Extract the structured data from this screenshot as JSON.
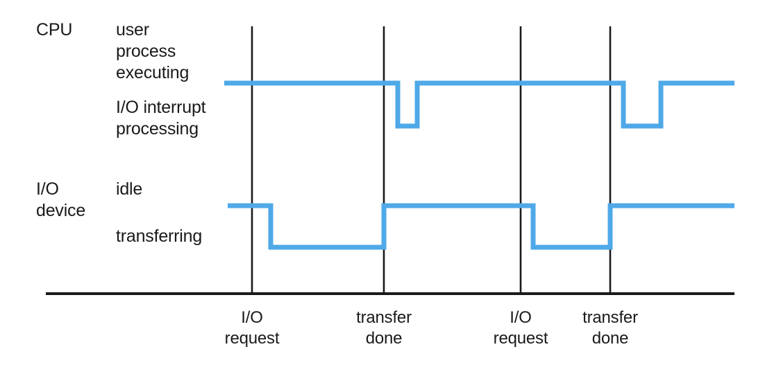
{
  "figure": {
    "title": "",
    "colors": {
      "signal": "#4fa9e8",
      "axis": "#1a1a1a",
      "text": "#1a1a1a",
      "background": "#ffffff"
    }
  },
  "rows": {
    "cpu": {
      "group_label": "CPU",
      "states": {
        "high": "user\nprocess\nexecuting",
        "low": "I/O interrupt\nprocessing"
      }
    },
    "io": {
      "group_label": "I/O\ndevice",
      "states": {
        "high": "idle",
        "low": "transferring"
      }
    }
  },
  "events": [
    {
      "label": "I/O\nrequest",
      "x": 363
    },
    {
      "label": "transfer\ndone",
      "x": 553
    },
    {
      "label": "I/O\nrequest",
      "x": 750
    },
    {
      "label": "transfer\ndone",
      "x": 879
    }
  ],
  "chart_data": {
    "type": "line",
    "title": "",
    "xlabel": "",
    "ylabel": "",
    "grid": false,
    "legend": "none",
    "axis": {
      "x_start": 66,
      "x_end": 1058,
      "y": 424
    },
    "event_lines_x": [
      363,
      553,
      750,
      879
    ],
    "series": [
      {
        "name": "CPU",
        "levels": {
          "high_y": 120,
          "low_y": 182
        },
        "high_state": "user process executing",
        "low_state": "I/O interrupt processing",
        "points": [
          [
            323,
            120
          ],
          [
            573,
            120
          ],
          [
            573,
            182
          ],
          [
            601,
            182
          ],
          [
            601,
            120
          ],
          [
            898,
            120
          ],
          [
            898,
            182
          ],
          [
            952,
            182
          ],
          [
            952,
            120
          ],
          [
            1058,
            120
          ]
        ]
      },
      {
        "name": "I/O device",
        "levels": {
          "high_y": 297,
          "low_y": 357
        },
        "high_state": "idle",
        "low_state": "transferring",
        "points": [
          [
            328,
            297
          ],
          [
            390,
            297
          ],
          [
            390,
            357
          ],
          [
            553,
            357
          ],
          [
            553,
            297
          ],
          [
            768,
            297
          ],
          [
            768,
            357
          ],
          [
            879,
            357
          ],
          [
            879,
            297
          ],
          [
            1058,
            297
          ]
        ]
      }
    ]
  }
}
